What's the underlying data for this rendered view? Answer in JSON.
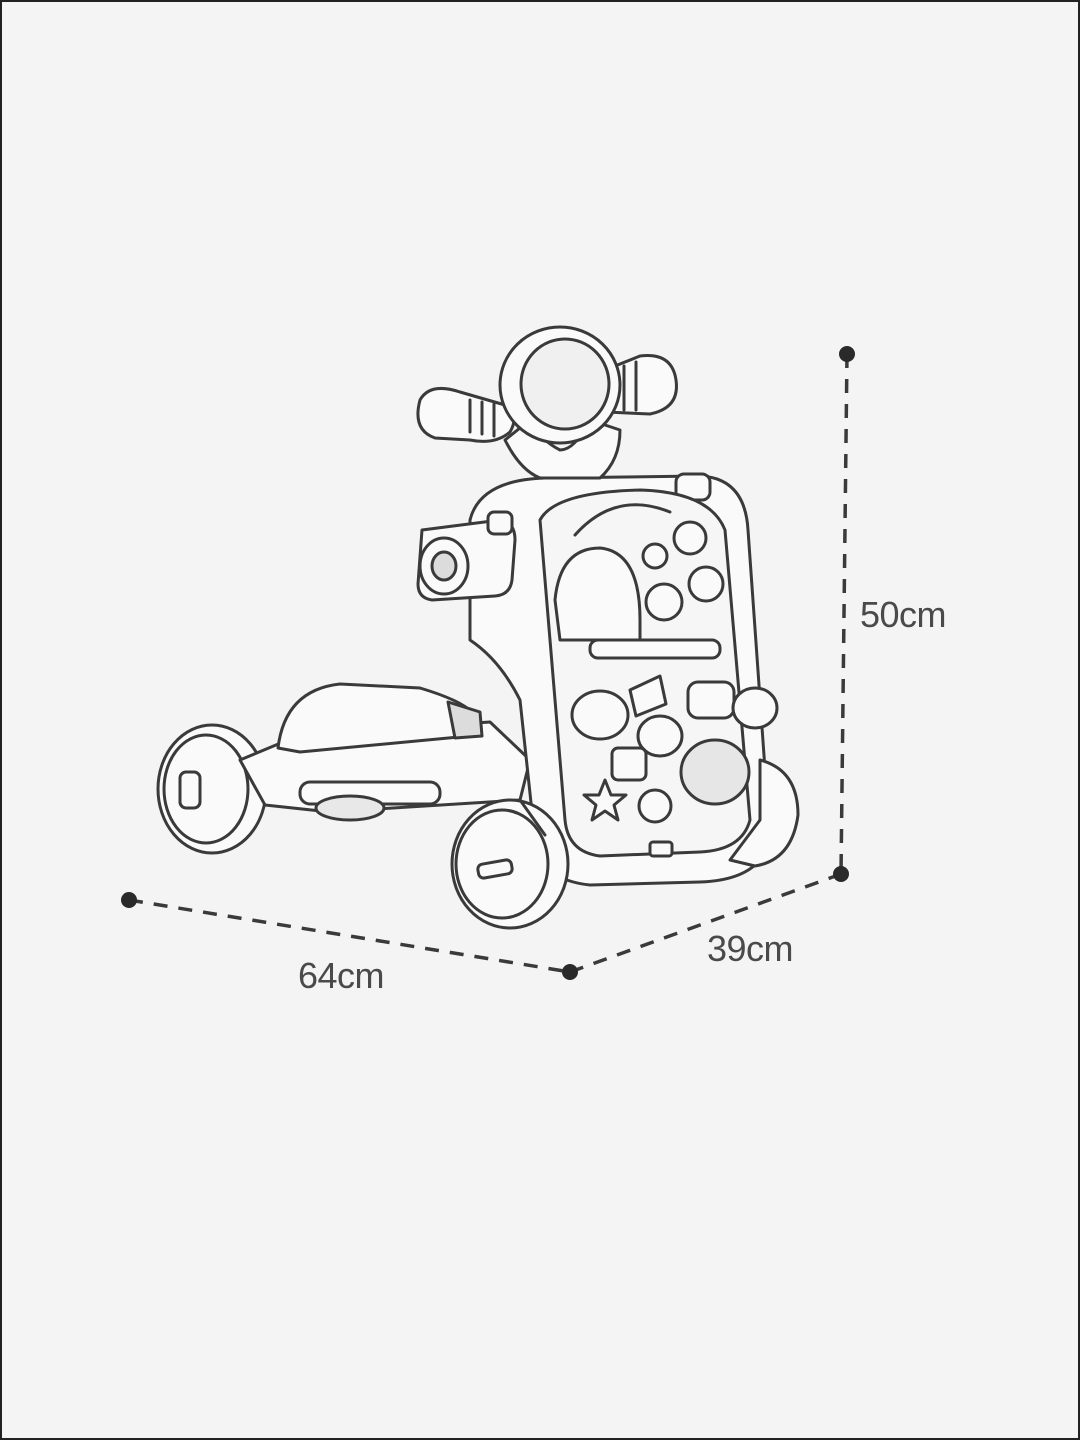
{
  "dimensions": {
    "length": "64cm",
    "width": "39cm",
    "height": "50cm"
  },
  "colors": {
    "background": "#f4f4f4",
    "line": "#3a3a3a",
    "label": "#4a4a4a",
    "toy_fill": "#fafafa",
    "accent_fill": "#dcdcdc"
  },
  "illustration": {
    "subject": "baby-walker-ride-on-toy-icon"
  }
}
